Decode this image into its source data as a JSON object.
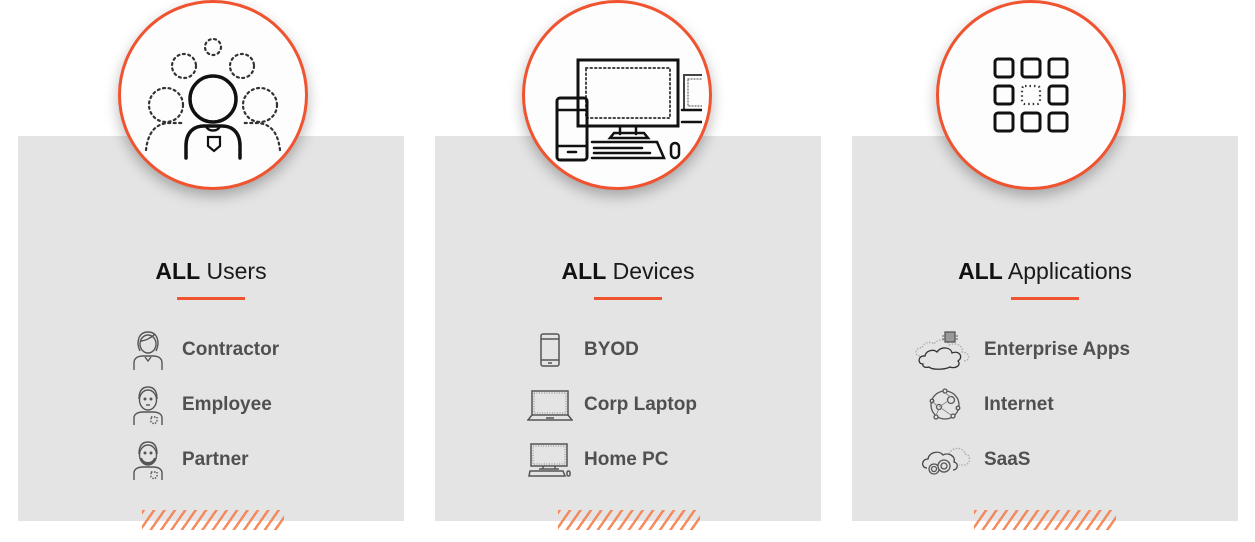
{
  "colors": {
    "accent": "#f0532f",
    "card_bg": "#e4e4e4",
    "label": "#505050",
    "title": "#111111"
  },
  "columns": [
    {
      "title_bold": "ALL",
      "title_rest": "Users",
      "hero_icon": "users-group-icon",
      "items": [
        {
          "label": "Contractor",
          "icon": "contractor-person-icon"
        },
        {
          "label": "Employee",
          "icon": "employee-person-icon"
        },
        {
          "label": "Partner",
          "icon": "partner-person-icon"
        }
      ]
    },
    {
      "title_bold": "ALL",
      "title_rest": "Devices",
      "hero_icon": "devices-icon",
      "items": [
        {
          "label": "BYOD",
          "icon": "smartphone-icon"
        },
        {
          "label": "Corp Laptop",
          "icon": "laptop-icon"
        },
        {
          "label": "Home PC",
          "icon": "desktop-pc-icon"
        }
      ]
    },
    {
      "title_bold": "ALL",
      "title_rest": "Applications",
      "hero_icon": "app-grid-icon",
      "items": [
        {
          "label": "Enterprise Apps",
          "icon": "cloud-server-icon"
        },
        {
          "label": "Internet",
          "icon": "globe-network-icon"
        },
        {
          "label": "SaaS",
          "icon": "saas-cloud-icon"
        }
      ]
    }
  ]
}
